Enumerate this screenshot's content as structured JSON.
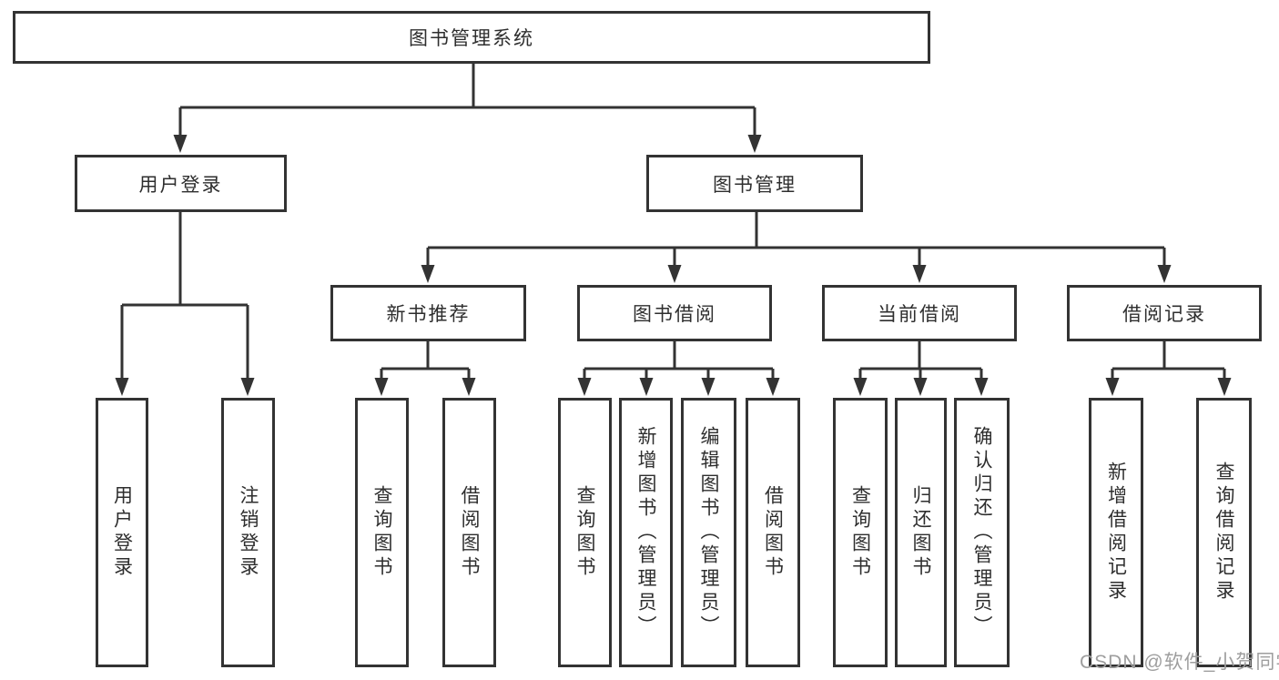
{
  "diagram": {
    "root": {
      "label": "图书管理系统"
    },
    "branches": {
      "user_login": {
        "label": "用户登录"
      },
      "book_management": {
        "label": "图书管理"
      }
    },
    "modules": [
      {
        "label": "新书推荐"
      },
      {
        "label": "图书借阅"
      },
      {
        "label": "当前借阅"
      },
      {
        "label": "借阅记录"
      }
    ],
    "leaves": [
      {
        "label": "用户登录"
      },
      {
        "label": "注销登录"
      },
      {
        "label": "查询图书"
      },
      {
        "label": "借阅图书"
      },
      {
        "label": "查询图书"
      },
      {
        "label": "新增图书（管理员）"
      },
      {
        "label": "编辑图书（管理员）"
      },
      {
        "label": "借阅图书"
      },
      {
        "label": "查询图书"
      },
      {
        "label": "归还图书"
      },
      {
        "label": "确认归还（管理员）"
      },
      {
        "label": "新增借阅记录"
      },
      {
        "label": "查询借阅记录"
      }
    ]
  },
  "watermark": {
    "text": "CSDN @软件_小贺同学"
  },
  "colors": {
    "line": "#333333",
    "box_border": "#333333",
    "text": "#2e2e2e",
    "background": "#ffffff",
    "watermark": "#9e9e9e"
  }
}
